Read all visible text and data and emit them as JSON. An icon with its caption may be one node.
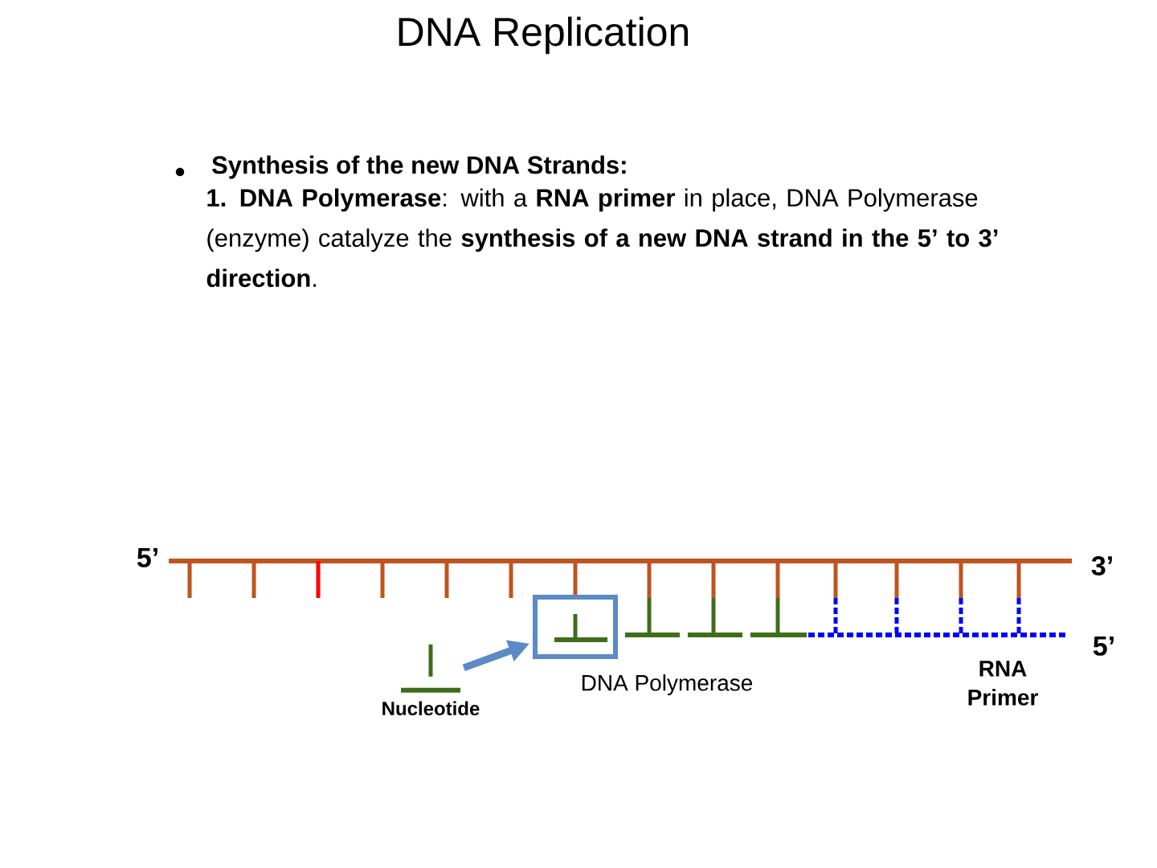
{
  "diagram": {
    "title": "DNA Replication",
    "nodes": [
      {
        "text": [
          "Nucleotide"
        ]
      },
      {
        "text": [
          "DNA Polymerase"
        ]
      }
    ],
    "edges": [
      {
        "from": 0,
        "to": 1,
        "arrow": "to"
      }
    ],
    "labels": [
      "Synthesis of the new DNA Strands:",
      "**1.     DNA Polymerase**:  with a **RNA primer** in place, DNA Polymerase (enzyme) catalyze the **synthesis of a new DNA strand in the 5’ to 3’ direction**.",
      "5’",
      "3’",
      "5’",
      "RNA Primer"
    ]
  }
}
